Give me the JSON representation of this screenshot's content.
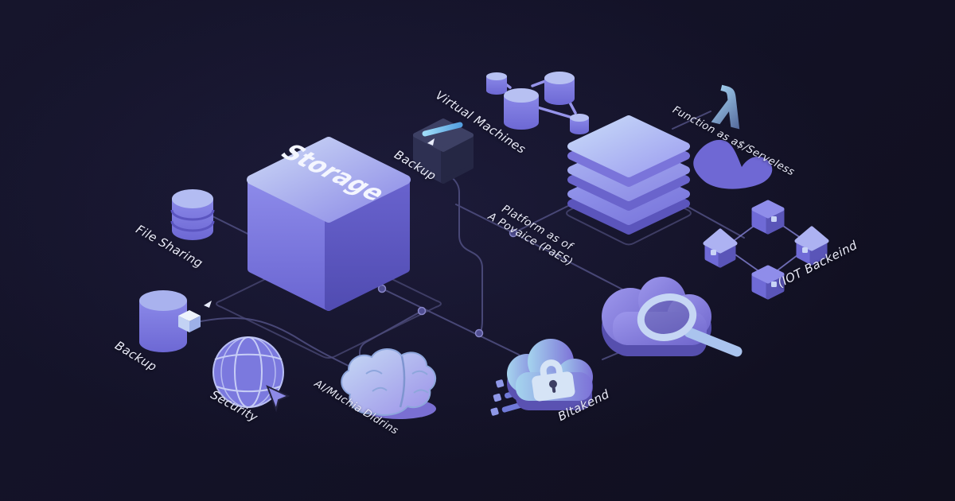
{
  "title": "Cloud services isometric diagram",
  "colors": {
    "background": "#14132a",
    "connector_line": "#4b4a7a",
    "label_text": "#e9eaf8",
    "accent_purple": "#7b78dd",
    "accent_light_blue": "#9fd2f4",
    "cube_top": "#ccd8f6",
    "cube_side": "#6b66d2"
  },
  "labels": {
    "storage": "Storage",
    "file_sharing": "File Sharing",
    "backup_left": "Backup",
    "security": "Security",
    "ai_ml": "AI/Muchia Dldrins",
    "backup_cube": "Backup",
    "virtual_machines": "Virtual Machines",
    "paas_line1": "Platform as of",
    "paas_line2": "A Povaice (PaES)",
    "faas": "Function as a$/Serveless",
    "iot": "(IOT Backeind",
    "backend": "Bltakend"
  },
  "glyphs": {
    "lambda": "λ"
  },
  "icons": [
    "storage-cube-icon",
    "database-icon",
    "backup-cylinder-icon",
    "globe-security-icon",
    "brain-ai-icon",
    "backup-cube-icon",
    "vm-cluster-icon",
    "paas-stack-icon",
    "lambda-icon",
    "iot-network-icon",
    "search-cloud-icon",
    "lock-cloud-icon"
  ]
}
